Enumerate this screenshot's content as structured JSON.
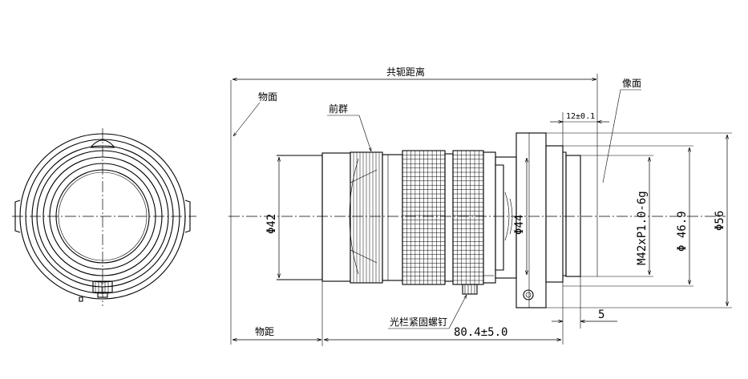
{
  "labels": {
    "conjugate_distance": "共轭距离",
    "object_plane": "物面",
    "image_plane": "像面",
    "front_group": "前群",
    "aperture_screw": "光栏紧固螺钉",
    "object_distance": "物距"
  },
  "dimensions": {
    "flange_offset": "12±0.1",
    "front_dia": "Φ42",
    "barrel_dia": "Φ44",
    "thread": "M42xP1.0-6g",
    "mount_dia": "Φ 46.9",
    "outer_dia": "Φ56",
    "length": "80.4±5.0",
    "rear_step": "5"
  }
}
